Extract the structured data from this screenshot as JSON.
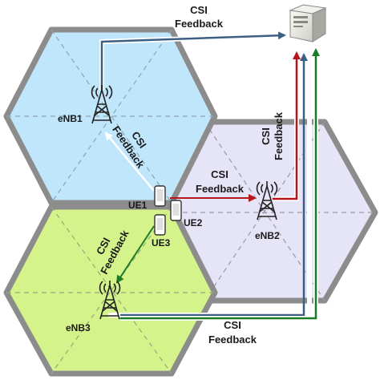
{
  "nodes": {
    "enb1": "eNB1",
    "enb2": "eNB2",
    "enb3": "eNB3",
    "ue1": "UE1",
    "ue2": "UE2",
    "ue3": "UE3"
  },
  "labels": {
    "csi": "CSI",
    "feedback": "Feedback"
  },
  "icons": {
    "server": "server-icon",
    "tower": "cell-tower-icon",
    "phone": "phone-icon"
  },
  "colors": {
    "cell1_fill": "#bfe6fb",
    "cell2_fill": "#e6e4f7",
    "cell3_fill": "#d4f38a",
    "cell_border": "#8c8c8c",
    "link_enb1": "#3d5f86",
    "link_enb2": "#b8141c",
    "link_enb3": "#1a7d25"
  }
}
